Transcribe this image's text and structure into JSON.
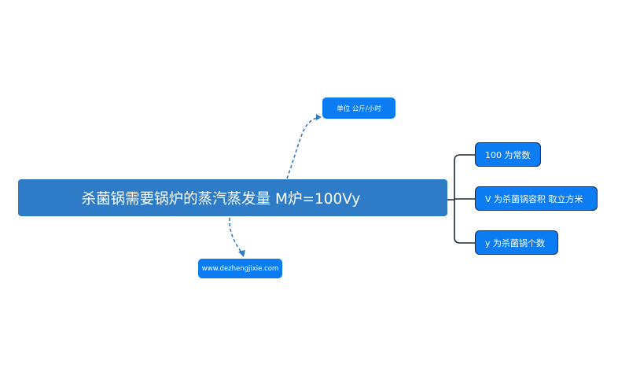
{
  "mindmap": {
    "central_topic": "杀菌锅需要锅炉的蒸汽蒸发量  M炉=100Vy",
    "unit_note": "单位  公斤/小时",
    "website": "www.dezhengjixie.com",
    "variables": [
      "100 为常数",
      "V 为杀菌锅容积 取立方米",
      "y 为杀菌锅个数"
    ]
  },
  "colors": {
    "main_node": "#2e7bc7",
    "sub_node": "#0b7cf2",
    "connector_dashed": "#2e7bc7",
    "connector_solid": "#1d2a3c",
    "node_border": "#1d2a3c"
  }
}
